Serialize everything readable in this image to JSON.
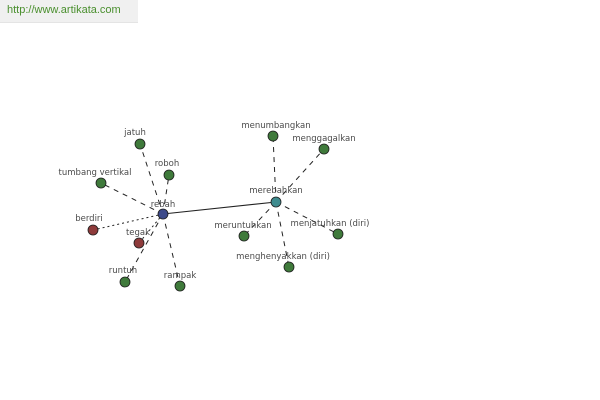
{
  "header": {
    "url": "http://www.artikata.com"
  },
  "graph": {
    "nodes": [
      {
        "id": "rebah",
        "label": "rebah",
        "kind": "hub",
        "color": "#3d4a8a"
      },
      {
        "id": "merebahkan",
        "label": "merebahkan",
        "kind": "hub",
        "color": "#3f8c8f"
      },
      {
        "id": "jatuh",
        "label": "jatuh",
        "kind": "synonym",
        "color": "#3f7a3b"
      },
      {
        "id": "roboh",
        "label": "roboh",
        "kind": "synonym",
        "color": "#3f7a3b"
      },
      {
        "id": "tumbang-vertikal",
        "label": "tumbang vertikal",
        "kind": "synonym",
        "color": "#3f7a3b"
      },
      {
        "id": "berdiri",
        "label": "berdiri",
        "kind": "antonym",
        "color": "#8e3b3b"
      },
      {
        "id": "tegak",
        "label": "tegak",
        "kind": "antonym",
        "color": "#8e3b3b"
      },
      {
        "id": "runtuh",
        "label": "runtuh",
        "kind": "synonym",
        "color": "#3f7a3b"
      },
      {
        "id": "rampak",
        "label": "rampak",
        "kind": "synonym",
        "color": "#3f7a3b"
      },
      {
        "id": "menumbangkan",
        "label": "menumbangkan",
        "kind": "synonym",
        "color": "#3f7a3b"
      },
      {
        "id": "menggagalkan",
        "label": "menggagalkan",
        "kind": "synonym",
        "color": "#3f7a3b"
      },
      {
        "id": "meruntuhkan",
        "label": "meruntuhkan",
        "kind": "synonym",
        "color": "#3f7a3b"
      },
      {
        "id": "menjatuhkan-diri",
        "label": "menjatuhkan (diri)",
        "kind": "synonym",
        "color": "#3f7a3b"
      },
      {
        "id": "menghenyakkan-diri",
        "label": "menghenyakkan (diri)",
        "kind": "synonym",
        "color": "#3f7a3b"
      }
    ],
    "edges": [
      {
        "from": "rebah",
        "to": "merebahkan",
        "style": "solid"
      },
      {
        "from": "rebah",
        "to": "jatuh",
        "style": "dashed"
      },
      {
        "from": "rebah",
        "to": "roboh",
        "style": "dashed"
      },
      {
        "from": "rebah",
        "to": "tumbang-vertikal",
        "style": "dashed"
      },
      {
        "from": "rebah",
        "to": "berdiri",
        "style": "dotted"
      },
      {
        "from": "rebah",
        "to": "tegak",
        "style": "dotted"
      },
      {
        "from": "rebah",
        "to": "runtuh",
        "style": "dashed"
      },
      {
        "from": "rebah",
        "to": "rampak",
        "style": "dashed"
      },
      {
        "from": "merebahkan",
        "to": "menumbangkan",
        "style": "dashed"
      },
      {
        "from": "merebahkan",
        "to": "menggagalkan",
        "style": "dashed"
      },
      {
        "from": "merebahkan",
        "to": "meruntuhkan",
        "style": "dashed"
      },
      {
        "from": "merebahkan",
        "to": "menjatuhkan-diri",
        "style": "dashed"
      },
      {
        "from": "merebahkan",
        "to": "menghenyakkan-diri",
        "style": "dashed"
      }
    ]
  }
}
